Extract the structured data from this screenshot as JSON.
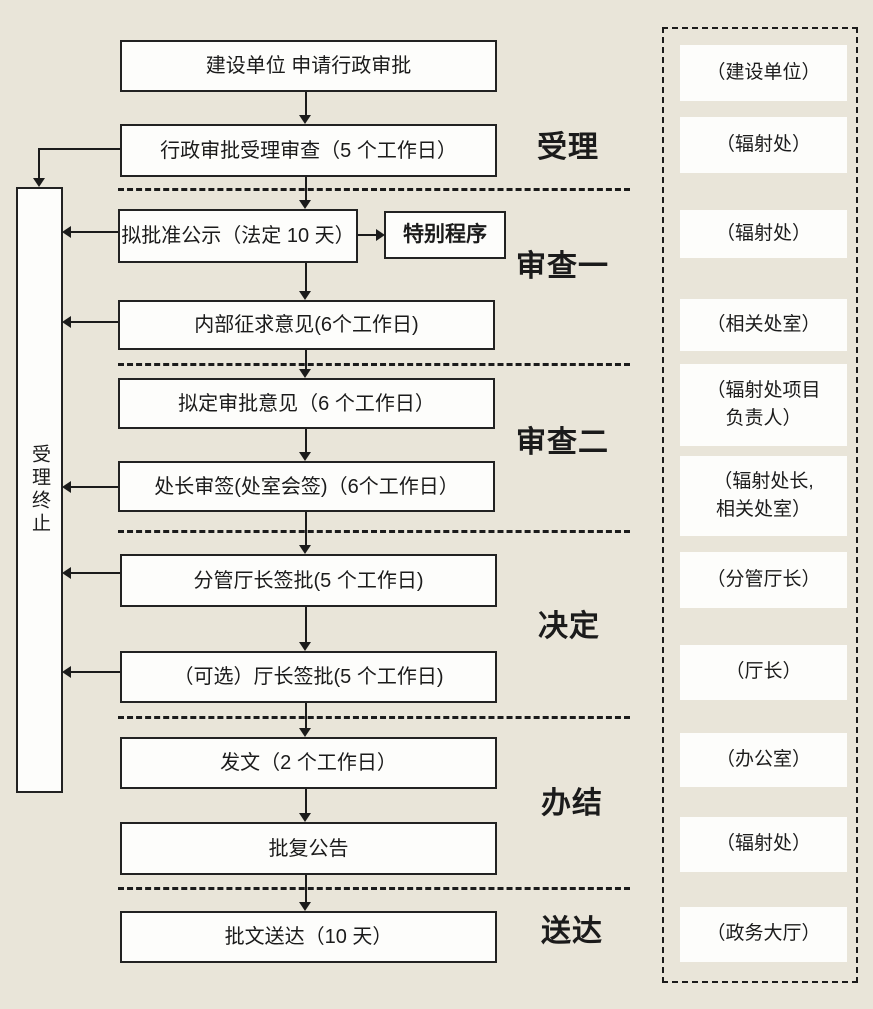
{
  "colors": {
    "background": "#E9E5D9",
    "box_fill": "#FDFDFB",
    "line": "#1B1B1B"
  },
  "terminate": {
    "label": "受理终止"
  },
  "steps": [
    {
      "label": "建设单位 申请行政审批"
    },
    {
      "label": "行政审批受理审查（5 个工作日）"
    },
    {
      "label": "拟批准公示（法定 10 天）"
    },
    {
      "label": "内部征求意见(6个工作日)"
    },
    {
      "label": "拟定审批意见（6 个工作日）"
    },
    {
      "label": "处长审签(处室会签)（6个工作日）"
    },
    {
      "label": "分管厅长签批(5 个工作日)"
    },
    {
      "label": "（可选）厅长签批(5 个工作日)"
    },
    {
      "label": "发文（2 个工作日）"
    },
    {
      "label": "批复公告"
    },
    {
      "label": "批文送达（10 天）"
    }
  ],
  "special_procedure": {
    "label": "特别程序"
  },
  "stages": [
    {
      "label": "受理"
    },
    {
      "label": "审查一"
    },
    {
      "label": "审查二"
    },
    {
      "label": "决定"
    },
    {
      "label": "办结"
    },
    {
      "label": "送达"
    }
  ],
  "roles": [
    {
      "label": "（建设单位）"
    },
    {
      "label": "（辐射处）"
    },
    {
      "label": "（辐射处）"
    },
    {
      "label": "（相关处室）"
    },
    {
      "label": "（辐射处项目\n负责人）"
    },
    {
      "label": "（辐射处长,\n相关处室）"
    },
    {
      "label": "（分管厅长）"
    },
    {
      "label": "（厅长）"
    },
    {
      "label": "（办公室）"
    },
    {
      "label": "（辐射处）"
    },
    {
      "label": "（政务大厅）"
    }
  ]
}
